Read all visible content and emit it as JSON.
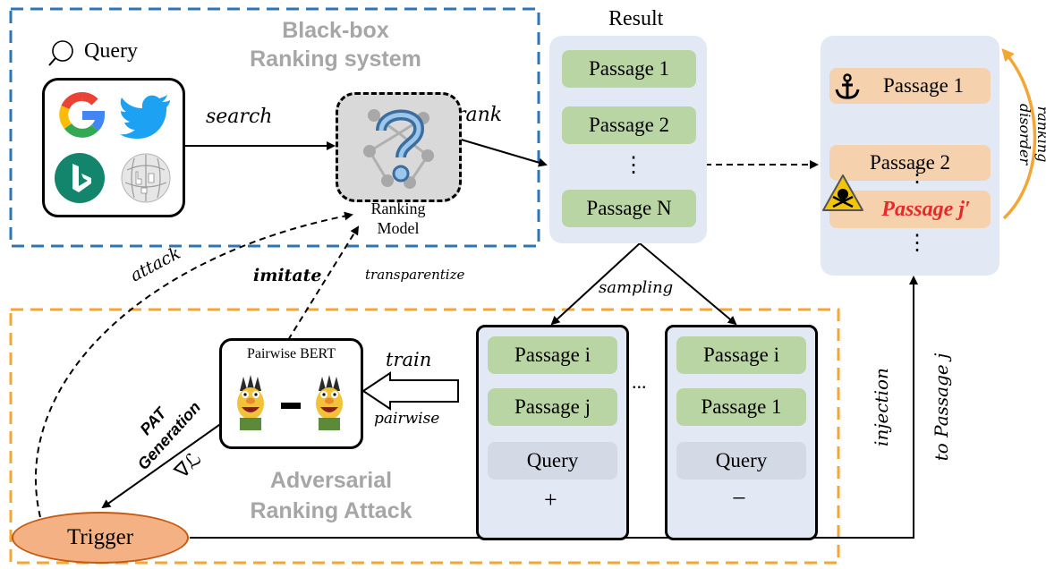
{
  "query_label": "Query",
  "blackbox_title": "Black-box\nRanking system",
  "ranking_model_label": "Ranking\nModel",
  "search_label": "search",
  "rank_label": "rank",
  "result_title": "Result",
  "result_passages": [
    "Passage 1",
    "Passage 2",
    "⋮",
    "Passage N"
  ],
  "disordered_passages": [
    "Passage 1",
    "Passage 2",
    "⋮",
    "Passage j′",
    "⋮"
  ],
  "ranking_disorder_label": "ranking\ndisorder",
  "sampling_label": "sampling",
  "attack_label": "attack",
  "imitate_label": "imitate",
  "transparentize_label": "transparentize",
  "pairwise_bert_label": "Pairwise BERT",
  "train_label": "train",
  "pairwise_label": "pairwise",
  "pat_generation_label": "PAT\nGeneration",
  "grad_label": "∇ℒ",
  "adversarial_title": "Adversarial\nRanking Attack",
  "trigger_label": "Trigger",
  "pos_sample": {
    "passages": [
      "Passage i",
      "Passage j"
    ],
    "query": "Query",
    "sign": "+"
  },
  "neg_sample": {
    "passages": [
      "Passage i",
      "Passage 1"
    ],
    "query": "Query",
    "sign": "−"
  },
  "ellipsis": "...",
  "injection_label": "injection",
  "to_passage_label": "to Passage j",
  "colors": {
    "blue_dash": "#2e75b6",
    "orange_dash": "#f4a634",
    "green_pill": "#b9d5a4",
    "orange_pill": "#f5d2ad",
    "panel": "#e2e9f5",
    "trigger_fill": "#f4b183",
    "trigger_stroke": "#c55a11",
    "target_red": "#e8292b",
    "disorder_arrow": "#f4a634"
  },
  "icons": [
    "magnifier-icon",
    "google-icon",
    "twitter-icon",
    "bing-icon",
    "wikipedia-icon",
    "question-mark-icon",
    "anchor-icon",
    "poison-icon",
    "bert-character-icon"
  ]
}
